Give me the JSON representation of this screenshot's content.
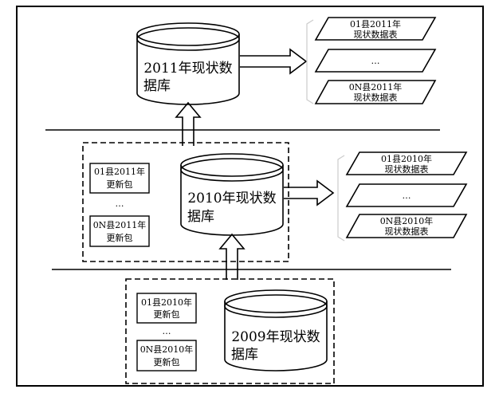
{
  "db_2011": {
    "line1": "2011年现状数",
    "line2": "据库",
    "tables": [
      {
        "line1": "01县2011年",
        "line2": "现状数据表"
      },
      {
        "line1": "…",
        "line2": ""
      },
      {
        "line1": "0N县2011年",
        "line2": "现状数据表"
      }
    ]
  },
  "db_2010": {
    "line1": "2010年现状数",
    "line2": "据库",
    "tables": [
      {
        "line1": "01县2010年",
        "line2": "现状数据表"
      },
      {
        "line1": "…",
        "line2": ""
      },
      {
        "line1": "0N县2010年",
        "line2": "现状数据表"
      }
    ],
    "update_packages": {
      "first": {
        "line1": "01县2011年",
        "line2": "更新包"
      },
      "ellipsis": "…",
      "last": {
        "line1": "0N县2011年",
        "line2": "更新包"
      }
    }
  },
  "db_2009": {
    "line1": "2009年现状数",
    "line2": "据库",
    "update_packages": {
      "first": {
        "line1": "01县2010年",
        "line2": "更新包"
      },
      "ellipsis": "…",
      "last": {
        "line1": "0N县2010年",
        "line2": "更新包"
      }
    }
  }
}
